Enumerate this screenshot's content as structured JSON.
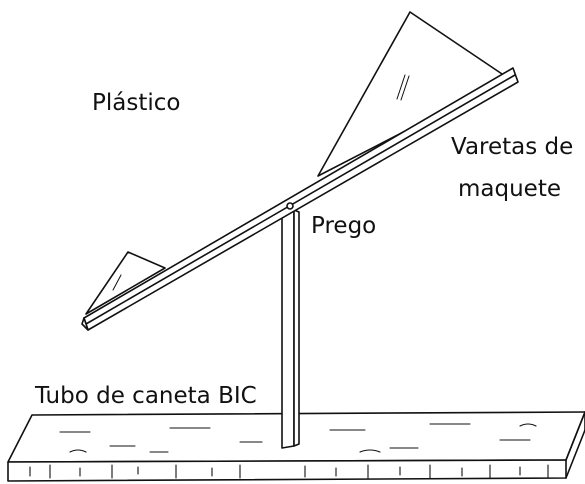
{
  "labels": {
    "plastic": "Plástico",
    "rods_line1": "Varetas de",
    "rods_line2": "maquete",
    "nail": "Prego",
    "pen_tube": "Tubo de caneta BIC"
  }
}
